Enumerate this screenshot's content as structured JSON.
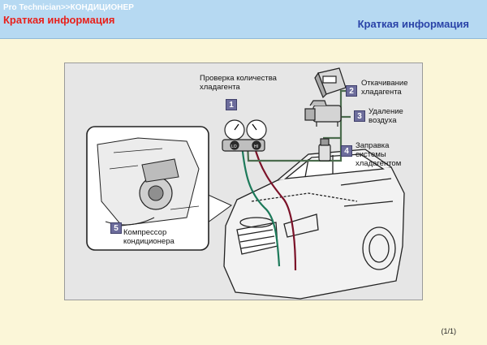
{
  "header": {
    "breadcrumb": "Pro  Technician>>КОНДИЦИОНЕР",
    "title_left": "Краткая информация",
    "title_right": "Краткая информация"
  },
  "figure": {
    "steps": [
      {
        "number": "1",
        "label": "Проверка количества\nхладагента"
      },
      {
        "number": "2",
        "label": "Откачивание\nхладагента"
      },
      {
        "number": "3",
        "label": "Удаление\nвоздуха"
      },
      {
        "number": "4",
        "label": "Заправка\nсистемы\nхладагентом"
      },
      {
        "number": "5",
        "label": "Компрессор\nкондиционера"
      }
    ],
    "gauge_low_label": "LO",
    "gauge_high_label": "HI"
  },
  "footer": {
    "page_indicator": "(1/1)"
  },
  "colors": {
    "header_bg": "#b6d9f2",
    "title_red": "#e8201b",
    "title_blue": "#2a43a8",
    "page_bg": "#fbf6d8",
    "step_badge": "#6d6d9c"
  }
}
